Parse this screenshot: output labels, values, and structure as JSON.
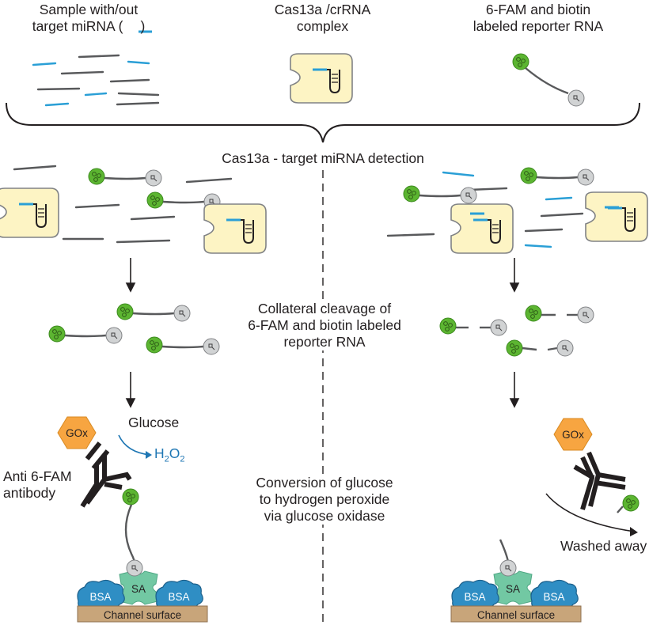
{
  "top": {
    "sample": {
      "line1": "Sample with/out",
      "line2": "target miRNA (",
      "line2_end": ")"
    },
    "complex": {
      "line1": "Cas13a /crRNA",
      "line2": "complex"
    },
    "reporter": {
      "line1": "6-FAM and biotin",
      "line2": "labeled reporter RNA"
    }
  },
  "detection": {
    "title": "Cas13a - target miRNA detection"
  },
  "cleavage": {
    "line1": "Collateral cleavage of",
    "line2": "6-FAM and biotin labeled",
    "line3": "reporter RNA"
  },
  "conversion": {
    "line1": "Conversion of glucose",
    "line2": "to hydrogen peroxide",
    "line3": "via glucose oxidase"
  },
  "left_panel": {
    "gox": "GOx",
    "glucose": "Glucose",
    "h2o2": {
      "h": "H",
      "sub1": "2",
      "o": "O",
      "sub2": "2"
    },
    "antibody": {
      "line1": "Anti 6-FAM",
      "line2": "antibody"
    },
    "sa": "SA",
    "bsa_left": "BSA",
    "bsa_right": "BSA",
    "surface": "Channel surface"
  },
  "right_panel": {
    "gox": "GOx",
    "washed": "Washed away",
    "sa": "SA",
    "bsa_left": "BSA",
    "bsa_right": "BSA",
    "surface": "Channel surface"
  },
  "colors": {
    "mirna": "#2a9fd6",
    "strand": "#58595b",
    "fam": "#5cb531",
    "biotin": "#d1d3d4",
    "cas": "#fdf4c4",
    "gox": "#f7a541",
    "bsa": "#2f8ec4",
    "sa": "#72c8a3",
    "surface": "#c8a57a"
  }
}
